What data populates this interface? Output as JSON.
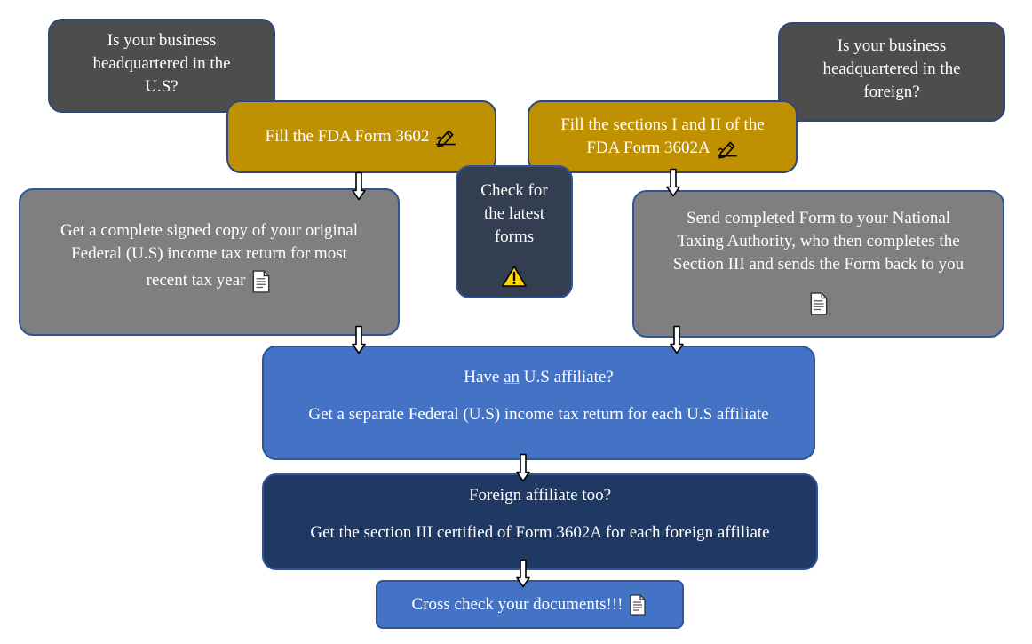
{
  "q_us": {
    "lines": [
      "Is your business",
      "headquartered in the",
      "U.S?"
    ]
  },
  "q_foreign": {
    "lines": [
      "Is your business",
      "headquartered in the",
      "foreign?"
    ]
  },
  "fill_3602": {
    "text": "Fill the FDA Form 3602"
  },
  "fill_3602a": {
    "lines": [
      "Fill the sections I and II of the",
      "FDA Form 3602A"
    ]
  },
  "check_latest": {
    "lines": [
      "Check for",
      "the latest",
      "forms"
    ]
  },
  "get_return": {
    "lines": [
      "Get a complete signed copy of your original",
      "Federal (U.S) income tax return for most",
      "recent tax year"
    ]
  },
  "send_form": {
    "lines": [
      "Send completed Form to your National",
      "Taxing Authority, who then completes the",
      "Section III and sends the Form back to you"
    ]
  },
  "us_affiliate": {
    "question_a": "Have ",
    "question_b": "an",
    "question_c": " U.S affiliate?",
    "detail": "Get a separate Federal (U.S) income tax return for each U.S affiliate"
  },
  "foreign_affiliate": {
    "question": "Foreign affiliate too?",
    "detail": "Get the section III certified of Form 3602A for each foreign affiliate"
  },
  "cross_check": {
    "text": "Cross check your documents!!!"
  },
  "icons": [
    "pen-sign-icon",
    "warning-icon",
    "document-icon"
  ],
  "colors": {
    "dark": "#4d4d4d",
    "gold": "#bf9000",
    "gray": "#7f7f7f",
    "slate": "#333f50",
    "blue": "#4472c4",
    "navy": "#1f3864"
  }
}
